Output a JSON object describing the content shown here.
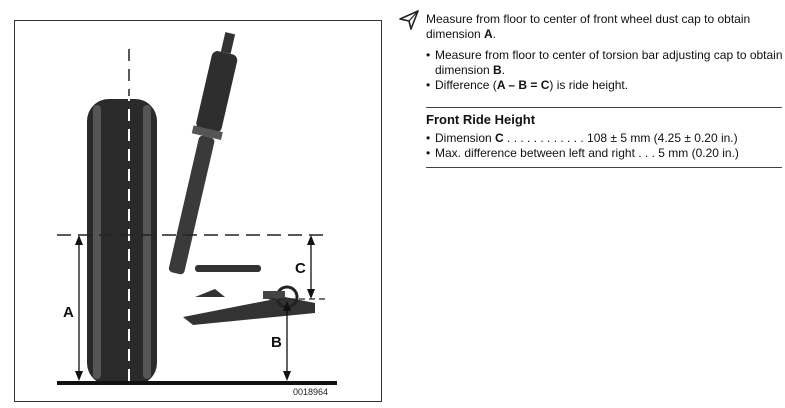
{
  "figure": {
    "label_a": "A",
    "label_b": "B",
    "label_c": "C",
    "figure_code": "0018964"
  },
  "instructions": {
    "intro_text": "Measure from floor to center of front wheel dust cap to obtain dimension ",
    "intro_bold": "A",
    "intro_end": ".",
    "bullets": [
      {
        "text": "Measure from floor to center of torsion bar adjusting cap to obtain dimension ",
        "bold": "B",
        "end": "."
      },
      {
        "pre": "Difference (",
        "bold_expr": "A – B = C",
        "post": ") is ride height."
      }
    ]
  },
  "ride_height": {
    "title": "Front Ride Height",
    "specs": [
      {
        "pre": "Dimension ",
        "bold": "C",
        "value": " . . . . . . . . . . . . 108 ± 5 mm (4.25 ± 0.20 in.)"
      },
      {
        "pre": "Max. difference between left and right . . . 5 mm (0.20 in.)"
      }
    ]
  }
}
